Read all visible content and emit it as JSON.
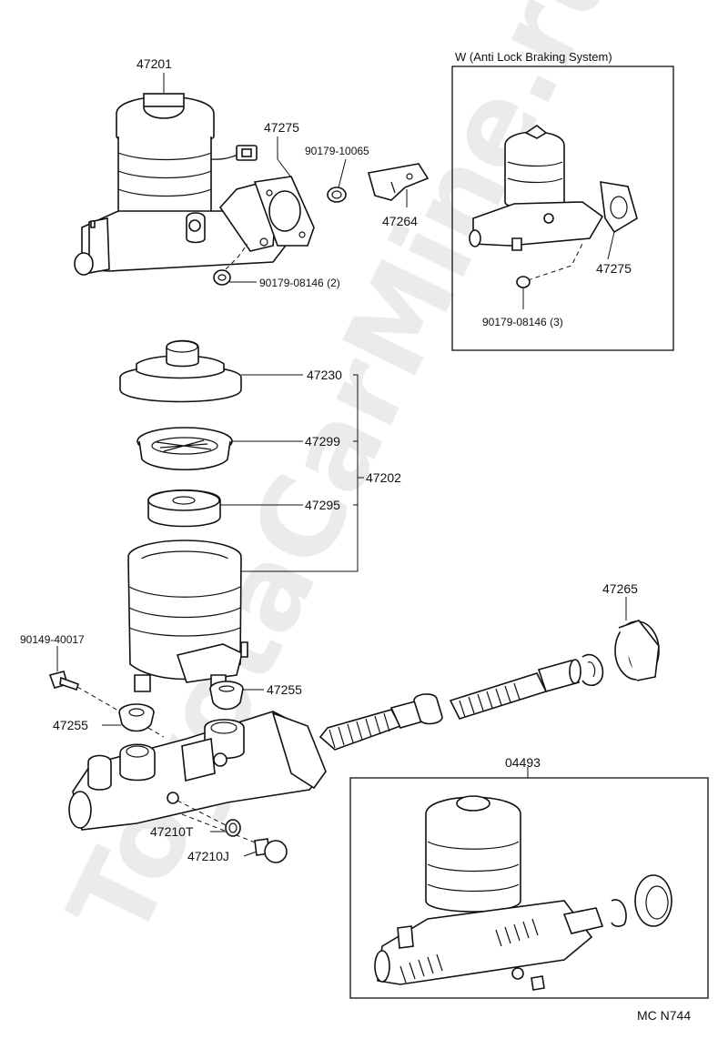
{
  "watermark": "ToyotaCarMine.ru",
  "inset_abs": {
    "title": "W (Anti Lock Braking System)",
    "labels": {
      "flange_gasket": "47275",
      "nut": "90179-08146 (3)"
    }
  },
  "top_assembly": {
    "labels": {
      "master_cylinder": "47201",
      "flange_gasket": "47275",
      "nut_small": "90179-10065",
      "bracket": "47264",
      "nut": "90179-08146 (2)"
    }
  },
  "reservoir_parts": {
    "labels": {
      "cap": "47230",
      "strainer": "47299",
      "seal": "47295",
      "reservoir_set": "47202"
    }
  },
  "cylinder_parts": {
    "labels": {
      "union_bolt": "90149-40017",
      "grommet_left": "47255",
      "grommet_right": "47255",
      "gasket": "47210T",
      "plug": "47210J",
      "boot": "47265"
    }
  },
  "kit_box": {
    "label": "04493"
  },
  "footer_code": "MC N744"
}
